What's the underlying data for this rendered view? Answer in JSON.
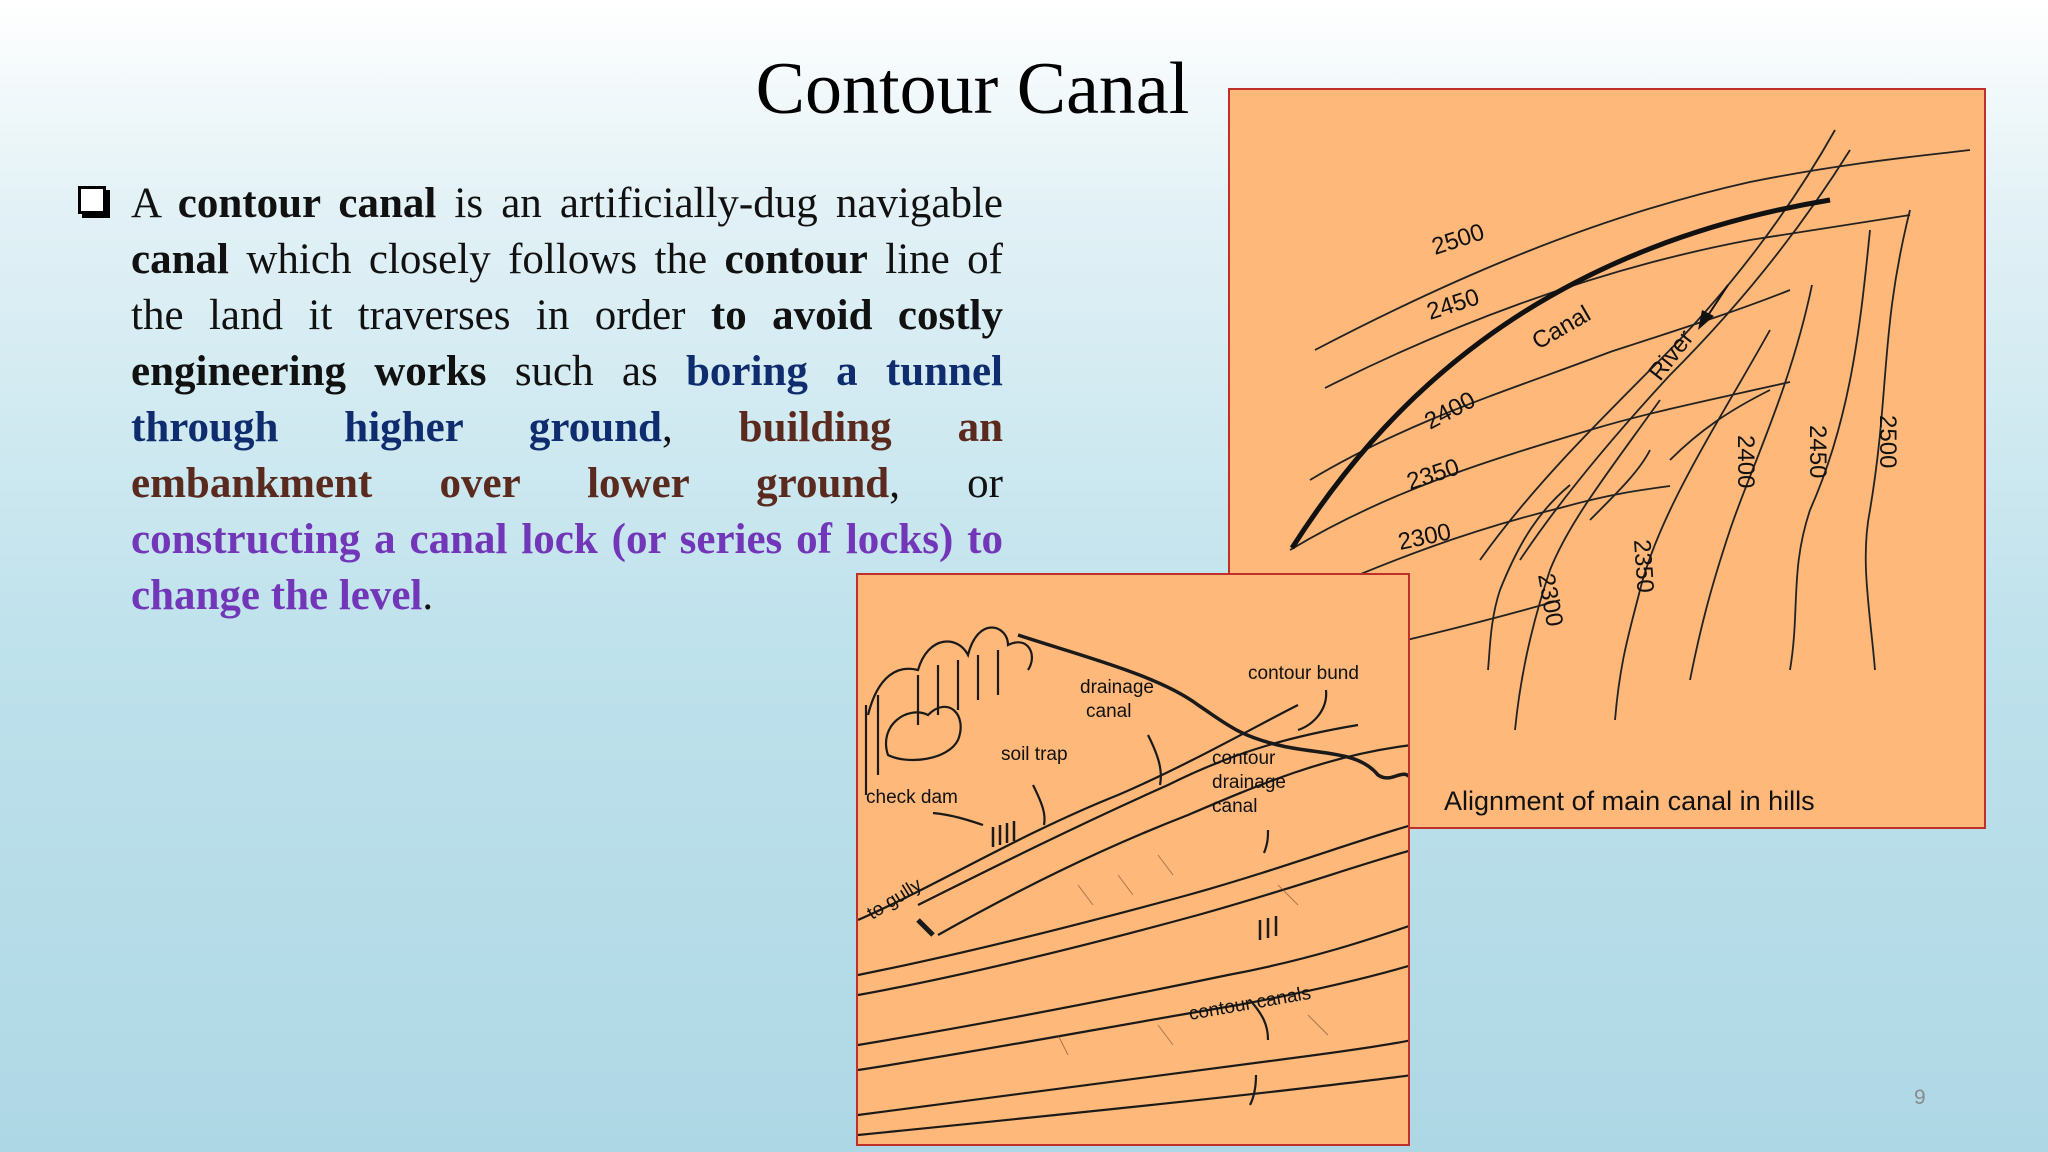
{
  "slide": {
    "title": "Contour Canal",
    "page_number": "9"
  },
  "bullet": {
    "parts": [
      {
        "text": "A ",
        "style": "plain"
      },
      {
        "text": "contour canal",
        "style": "bold"
      },
      {
        "text": " is an artificially-dug navigable ",
        "style": "plain"
      },
      {
        "text": "canal",
        "style": "bold"
      },
      {
        "text": " which closely follows the ",
        "style": "plain"
      },
      {
        "text": "contour",
        "style": "bold"
      },
      {
        "text": " line of the land it traverses in order ",
        "style": "plain"
      },
      {
        "text": "to avoid costly engineering works",
        "style": "bold"
      },
      {
        "text": " such as ",
        "style": "plain"
      },
      {
        "text": "boring a tunnel through higher ground",
        "style": "navy"
      },
      {
        "text": ", ",
        "style": "plain"
      },
      {
        "text": "building an embankment over lower ground",
        "style": "brown"
      },
      {
        "text": ", or ",
        "style": "plain"
      },
      {
        "text": "constructing a canal lock (or series of locks) to change the level",
        "style": "purple"
      },
      {
        "text": ".",
        "style": "plain"
      }
    ]
  },
  "map_figure": {
    "caption": "Alignment of main canal in hills",
    "canal_label": "Canal",
    "river_label": "River",
    "left_contours": [
      "2500",
      "2450",
      "2400",
      "2350",
      "2300"
    ],
    "right_contours": [
      "2300",
      "2350",
      "2400",
      "2450",
      "2500"
    ]
  },
  "sketch_figure": {
    "labels": {
      "drainage_canal_1": "drainage",
      "drainage_canal_2": "canal",
      "contour_bund": "contour bund",
      "soil_trap": "soil trap",
      "contour_drainage_1": "contour",
      "contour_drainage_2": "drainage",
      "contour_drainage_3": "canal",
      "check_dam": "check dam",
      "to_gully": "to gully",
      "contour_canals": "contour canals"
    }
  },
  "colors": {
    "figure_bg": "#fdb87a",
    "figure_border": "#c0302b",
    "navy": "#0f2d6e",
    "brown": "#5a2a1f",
    "purple": "#7236b8"
  }
}
